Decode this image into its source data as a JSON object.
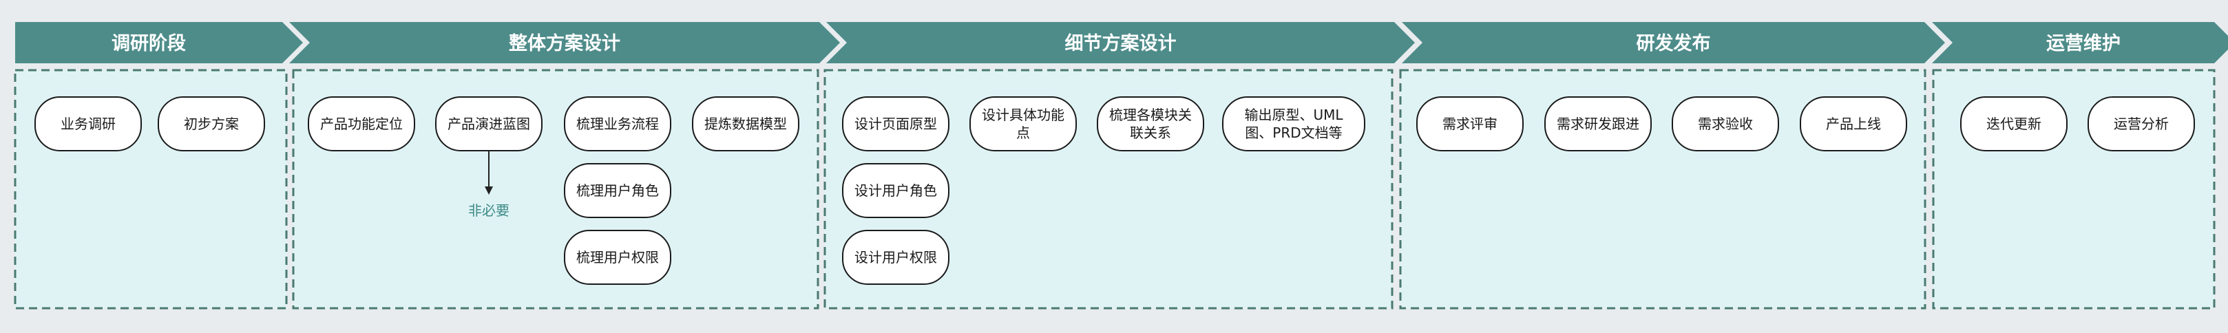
{
  "palette": {
    "page_bg": "#e8ecee",
    "header_fill": "#4e8c8a",
    "panel_fill": "#dff3f5",
    "panel_border": "#4a7a72",
    "node_fill": "#ffffff",
    "node_border": "#1a1a1a",
    "note_color": "#3c8a86"
  },
  "stages": [
    {
      "title": "调研阶段",
      "nodes": [
        {
          "lines": [
            "业务调研"
          ]
        },
        {
          "lines": [
            "初步方案"
          ]
        }
      ]
    },
    {
      "title": "整体方案设计",
      "nodes": [
        {
          "lines": [
            "产品功能定位"
          ]
        },
        {
          "lines": [
            "产品演进蓝图"
          ]
        },
        {
          "lines": [
            "梳理业务流程"
          ]
        },
        {
          "lines": [
            "提炼数据模型"
          ]
        },
        {
          "lines": [
            "梳理用户角色"
          ]
        },
        {
          "lines": [
            "梳理用户权限"
          ]
        }
      ],
      "note": "非必要"
    },
    {
      "title": "细节方案设计",
      "nodes": [
        {
          "lines": [
            "设计页面原型"
          ]
        },
        {
          "lines": [
            "设计具体功能",
            "点"
          ]
        },
        {
          "lines": [
            "梳理各模块关",
            "联关系"
          ]
        },
        {
          "lines": [
            "输出原型、UML",
            "图、PRD文档等"
          ]
        },
        {
          "lines": [
            "设计用户角色"
          ]
        },
        {
          "lines": [
            "设计用户权限"
          ]
        }
      ]
    },
    {
      "title": "研发发布",
      "nodes": [
        {
          "lines": [
            "需求评审"
          ]
        },
        {
          "lines": [
            "需求研发跟进"
          ]
        },
        {
          "lines": [
            "需求验收"
          ]
        },
        {
          "lines": [
            "产品上线"
          ]
        }
      ]
    },
    {
      "title": "运营维护",
      "nodes": [
        {
          "lines": [
            "迭代更新"
          ]
        },
        {
          "lines": [
            "运营分析"
          ]
        }
      ]
    }
  ]
}
